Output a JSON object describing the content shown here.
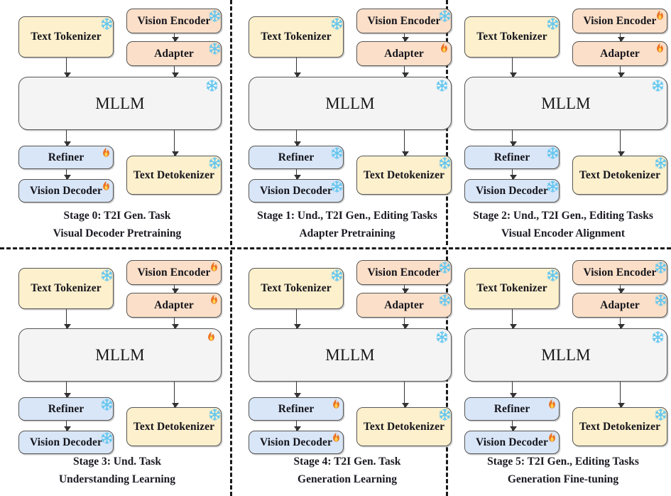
{
  "figure": {
    "title": "Multi-stage training pipeline of a unified multimodal LLM",
    "colors": {
      "yellow_box": "#fdf0cd",
      "orange_box": "#fbdfc8",
      "blue_box": "#d9e6f7",
      "gray_box": "#f4f4f4",
      "border": "#555555",
      "arrow": "#333333",
      "frozen_icon": "#62c6ef",
      "tuned_icon": "#ec7324",
      "divider": "#1a1a1a"
    },
    "legend": {
      "frozen_icon_name": "snowflake-icon",
      "frozen_meaning": "frozen",
      "tuned_icon_name": "flame-icon",
      "tuned_meaning": "trainable"
    },
    "module_names": {
      "text_tokenizer": "Text Tokenizer",
      "vision_encoder": "Vision Encoder",
      "adapter": "Adapter",
      "mllm": "MLLM",
      "refiner": "Refiner",
      "vision_decoder": "Vision Decoder",
      "text_detokenizer": "Text Detokenizer"
    }
  },
  "panels": [
    {
      "id": "stage-0",
      "caption_line1": "Stage 0: T2I Gen. Task",
      "caption_line2": "Visual Decoder Pretraining",
      "modules": {
        "text_tokenizer": {
          "label": "Text Tokenizer",
          "state": "frozen"
        },
        "vision_encoder": {
          "label": "Vision Encoder",
          "state": "frozen"
        },
        "adapter": {
          "label": "Adapter",
          "state": "frozen"
        },
        "mllm": {
          "label": "MLLM",
          "state": "frozen"
        },
        "refiner": {
          "label": "Refiner",
          "state": "tuned"
        },
        "vision_decoder": {
          "label": "Vision Decoder",
          "state": "tuned"
        },
        "text_detokenizer": {
          "label": "Text Detokenizer",
          "state": "frozen"
        }
      }
    },
    {
      "id": "stage-1",
      "caption_line1": "Stage 1: Und., T2I Gen., Editing Tasks",
      "caption_line2": "Adapter Pretraining",
      "modules": {
        "text_tokenizer": {
          "label": "Text Tokenizer",
          "state": "frozen"
        },
        "vision_encoder": {
          "label": "Vision Encoder",
          "state": "frozen"
        },
        "adapter": {
          "label": "Adapter",
          "state": "tuned"
        },
        "mllm": {
          "label": "MLLM",
          "state": "frozen"
        },
        "refiner": {
          "label": "Refiner",
          "state": "frozen"
        },
        "vision_decoder": {
          "label": "Vision Decoder",
          "state": "frozen"
        },
        "text_detokenizer": {
          "label": "Text Detokenizer",
          "state": "frozen"
        }
      }
    },
    {
      "id": "stage-2",
      "caption_line1": "Stage 2: Und., T2I Gen., Editing Tasks",
      "caption_line2": "Visual Encoder Alignment",
      "modules": {
        "text_tokenizer": {
          "label": "Text Tokenizer",
          "state": "frozen"
        },
        "vision_encoder": {
          "label": "Vision Encoder",
          "state": "tuned"
        },
        "adapter": {
          "label": "Adapter",
          "state": "tuned"
        },
        "mllm": {
          "label": "MLLM",
          "state": "frozen"
        },
        "refiner": {
          "label": "Refiner",
          "state": "frozen"
        },
        "vision_decoder": {
          "label": "Vision Decoder",
          "state": "frozen"
        },
        "text_detokenizer": {
          "label": "Text Detokenizer",
          "state": "frozen"
        }
      }
    },
    {
      "id": "stage-3",
      "caption_line1": "Stage 3: Und. Task",
      "caption_line2": "Understanding Learning",
      "modules": {
        "text_tokenizer": {
          "label": "Text Tokenizer",
          "state": "frozen"
        },
        "vision_encoder": {
          "label": "Vision Encoder",
          "state": "tuned"
        },
        "adapter": {
          "label": "Adapter",
          "state": "tuned"
        },
        "mllm": {
          "label": "MLLM",
          "state": "tuned"
        },
        "refiner": {
          "label": "Refiner",
          "state": "frozen"
        },
        "vision_decoder": {
          "label": "Vision Decoder",
          "state": "frozen"
        },
        "text_detokenizer": {
          "label": "Text Detokenizer",
          "state": "frozen"
        }
      }
    },
    {
      "id": "stage-4",
      "caption_line1": "Stage 4: T2I Gen. Task",
      "caption_line2": "Generation Learning",
      "modules": {
        "text_tokenizer": {
          "label": "Text Tokenizer",
          "state": "frozen"
        },
        "vision_encoder": {
          "label": "Vision Encoder",
          "state": "frozen"
        },
        "adapter": {
          "label": "Adapter",
          "state": "frozen"
        },
        "mllm": {
          "label": "MLLM",
          "state": "frozen"
        },
        "refiner": {
          "label": "Refiner",
          "state": "tuned"
        },
        "vision_decoder": {
          "label": "Vision Decoder",
          "state": "tuned"
        },
        "text_detokenizer": {
          "label": "Text Detokenizer",
          "state": "frozen"
        }
      }
    },
    {
      "id": "stage-5",
      "caption_line1": "Stage 5: T2I Gen., Editing Tasks",
      "caption_line2": "Generation Fine-tuning",
      "modules": {
        "text_tokenizer": {
          "label": "Text Tokenizer",
          "state": "frozen"
        },
        "vision_encoder": {
          "label": "Vision Encoder",
          "state": "frozen"
        },
        "adapter": {
          "label": "Adapter",
          "state": "frozen"
        },
        "mllm": {
          "label": "MLLM",
          "state": "frozen"
        },
        "refiner": {
          "label": "Refiner",
          "state": "tuned"
        },
        "vision_decoder": {
          "label": "Vision Decoder",
          "state": "tuned"
        },
        "text_detokenizer": {
          "label": "Text Detokenizer",
          "state": "frozen"
        }
      }
    }
  ]
}
